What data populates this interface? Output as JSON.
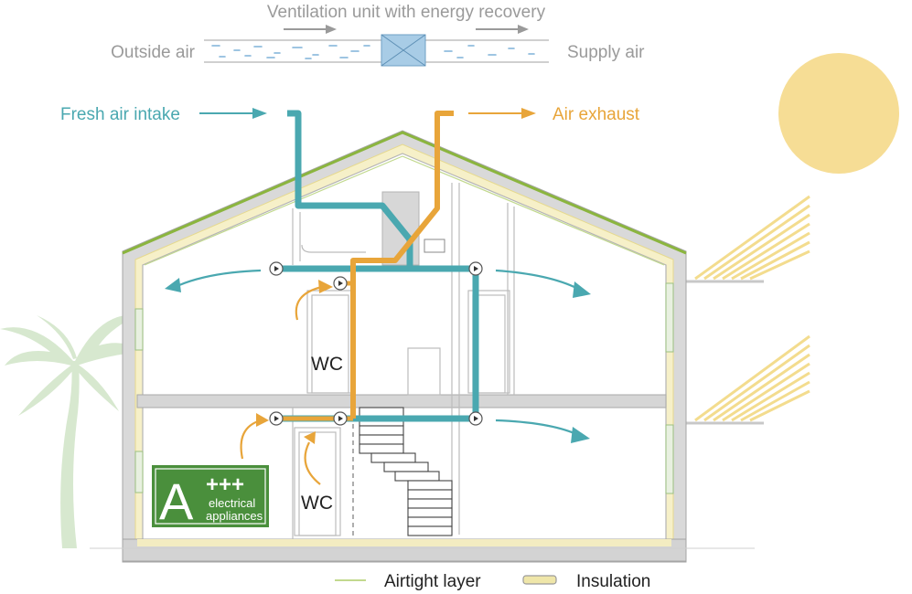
{
  "header": {
    "title": "Ventilation unit with energy recovery",
    "outside_air": "Outside air",
    "supply_air": "Supply air"
  },
  "flows": {
    "fresh_air_intake": "Fresh air intake",
    "air_exhaust": "Air exhaust"
  },
  "rooms": {
    "wc_upper": "WC",
    "wc_lower": "WC"
  },
  "energy_badge": {
    "grade": "A",
    "pluses": "+++",
    "line1": "electrical",
    "line2": "appliances"
  },
  "legend": {
    "airtight_layer": "Airtight layer",
    "insulation": "Insulation"
  },
  "colors": {
    "fresh_air": "#4aa8b0",
    "exhaust_air": "#e8a53a",
    "roof_line": "#8bb53e",
    "insulation": "#efe6a9",
    "sun": "#f6dd95",
    "palm": "#d7e8cf",
    "badge": "#4a8f3c",
    "wall": "#b8b8b8",
    "text_grey": "#9a9a9a"
  },
  "icons": [
    "sun-icon",
    "palm-tree-icon",
    "heat-exchanger-icon",
    "sun-rays-icon",
    "air-valve-icon"
  ]
}
